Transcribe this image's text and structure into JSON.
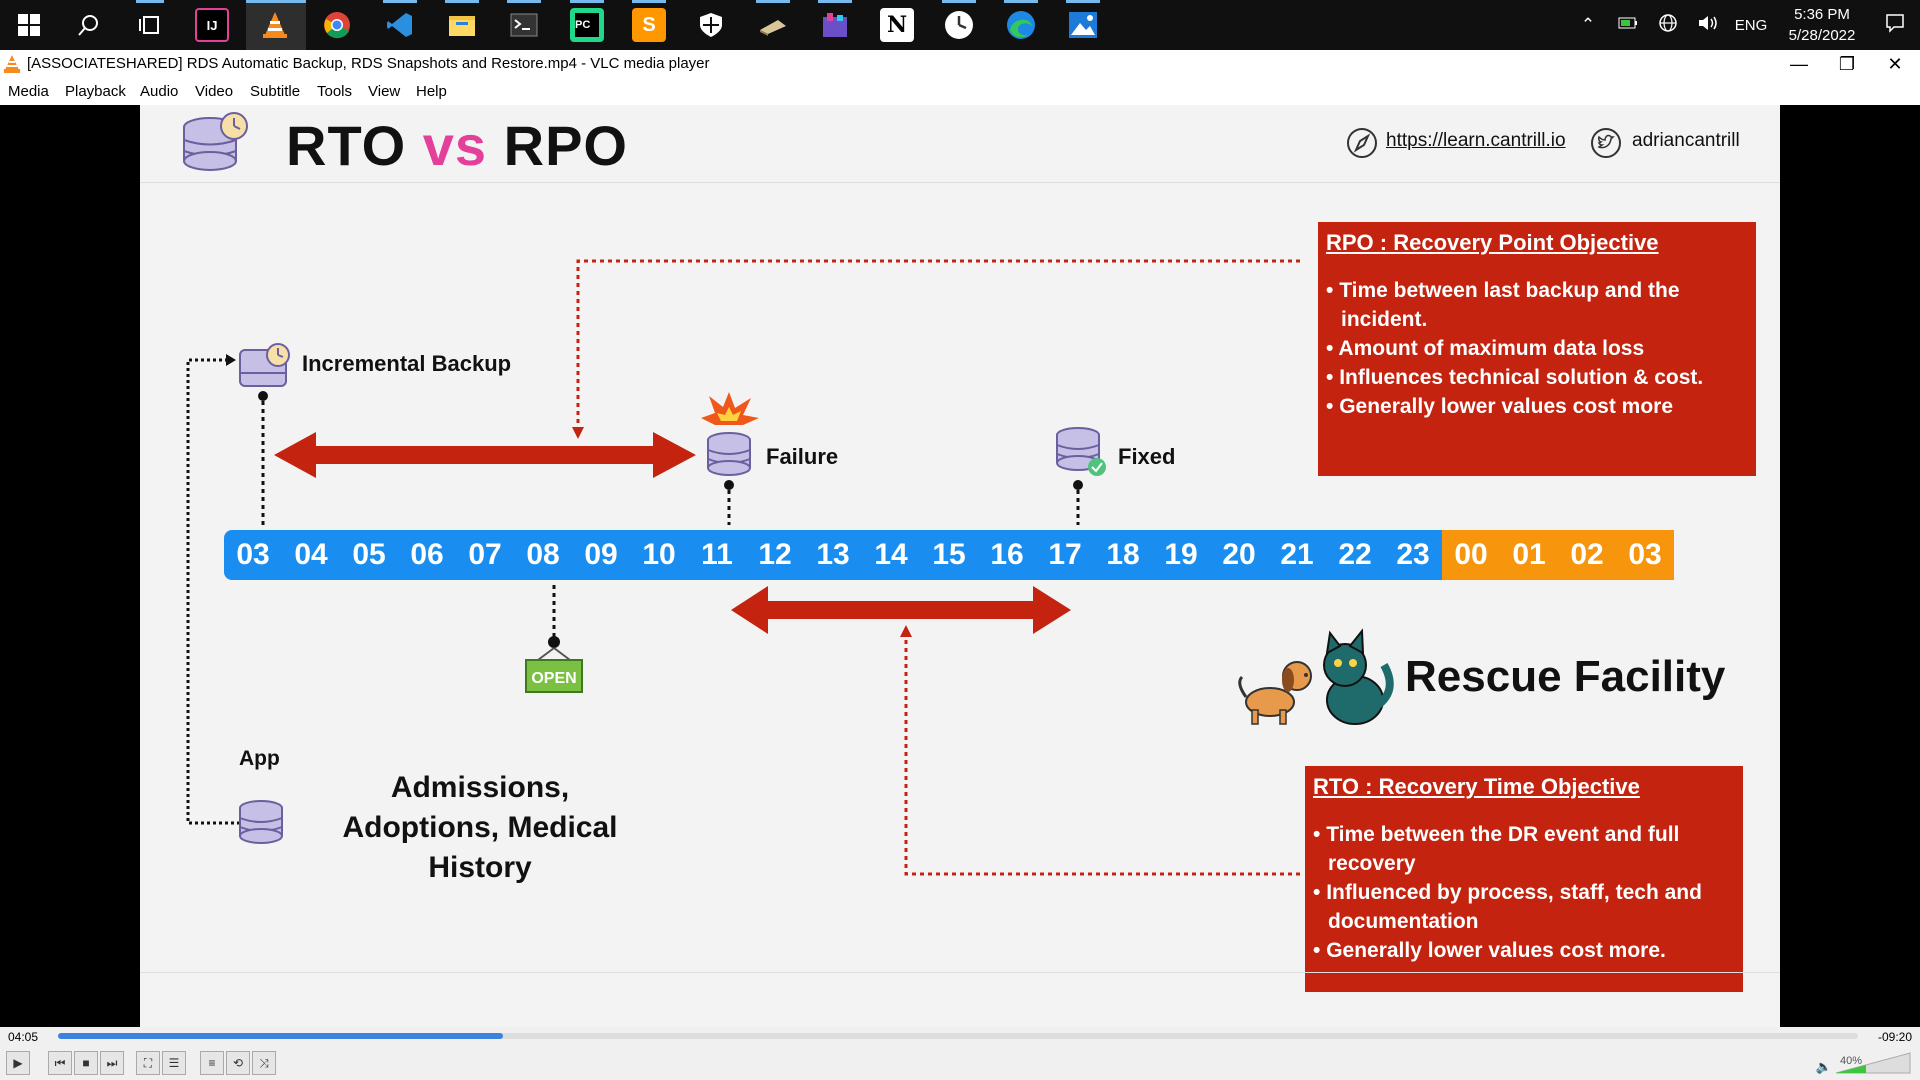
{
  "taskbar": {
    "icons": [
      "windows-start-icon",
      "search-icon",
      "task-view-icon",
      "intellij-icon",
      "vlc-icon",
      "chrome-icon",
      "vscode-icon",
      "file-explorer-icon",
      "terminal-icon",
      "pycharm-icon",
      "sublime-icon",
      "security-icon",
      "app-icon",
      "app2-icon",
      "notion-icon",
      "clock-app-icon",
      "edge-icon",
      "photos-icon"
    ],
    "tray": {
      "lang": "ENG",
      "time": "5:36 PM",
      "date": "5/28/2022"
    }
  },
  "window": {
    "title": "[ASSOCIATESHARED] RDS Automatic Backup, RDS Snapshots and Restore.mp4 - VLC media player",
    "menu": [
      "Media",
      "Playback",
      "Audio",
      "Video",
      "Subtitle",
      "Tools",
      "View",
      "Help"
    ]
  },
  "slide": {
    "title_rto": "RTO",
    "title_vs": "vs",
    "title_rpo": "RPO",
    "link": "https://learn.cantrill.io",
    "handle": "adriancantrill",
    "incremental_backup": "Incremental Backup",
    "failure": "Failure",
    "fixed": "Fixed",
    "open_sign": "OPEN",
    "app": "App",
    "app_desc": [
      "Admissions,",
      "Adoptions, Medical",
      "History"
    ],
    "rescue": "Rescue Facility",
    "timeline_blue": [
      "03",
      "04",
      "05",
      "06",
      "07",
      "08",
      "09",
      "10",
      "11",
      "12",
      "13",
      "14",
      "15",
      "16",
      "17",
      "18",
      "19",
      "20",
      "21",
      "22",
      "23"
    ],
    "timeline_orange": [
      "00",
      "01",
      "02",
      "03"
    ],
    "rpo_box": {
      "title": "RPO : Recovery Point Objective",
      "items": [
        "Time between last backup and the incident.",
        "Amount of maximum data loss",
        "Influences technical solution & cost.",
        "Generally lower values cost more"
      ]
    },
    "rto_box": {
      "title": "RTO : Recovery Time Objective",
      "items": [
        "Time between the DR event and full recovery",
        "Influenced by process, staff, tech and documentation",
        "Generally lower values cost more."
      ]
    },
    "colors": {
      "blue": "#1a8ef0",
      "orange": "#f7960d",
      "red": "#c3230f",
      "pink": "#e3409a"
    }
  },
  "player": {
    "elapsed": "04:05",
    "remaining": "-09:20",
    "progress_fraction": 0.247,
    "volume": "40%"
  }
}
